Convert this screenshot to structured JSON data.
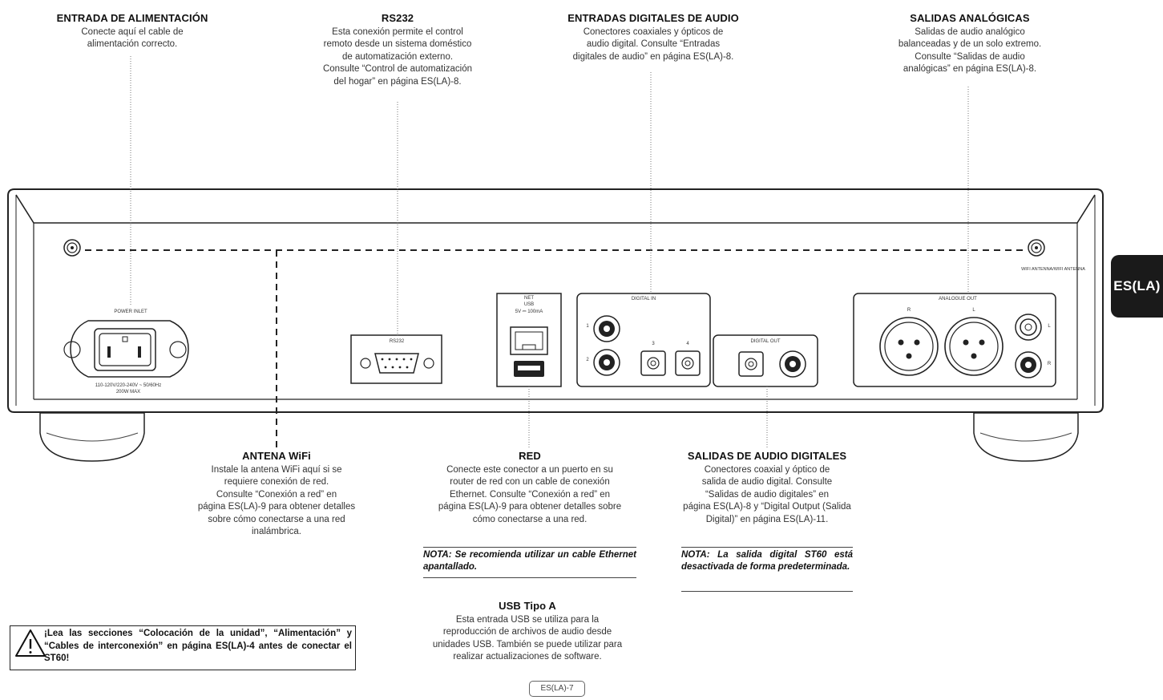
{
  "callouts": {
    "power": {
      "title": "ENTRADA DE ALIMENTACIÓN",
      "lines": [
        "Conecte aquí el cable de",
        "alimentación correcto."
      ]
    },
    "rs232": {
      "title": "RS232",
      "lines": [
        "Esta conexión permite el control",
        "remoto desde un sistema doméstico",
        "de automatización externo.",
        "Consulte “Control de automatización",
        "del hogar” en página ES(LA)-8."
      ]
    },
    "digital_in": {
      "title": "ENTRADAS DIGITALES DE AUDIO",
      "lines": [
        "Conectores coaxiales y ópticos de",
        "audio digital. Consulte “Entradas",
        "digitales de audio” en página ES(LA)-8."
      ]
    },
    "analog_out": {
      "title": "SALIDAS ANALÓGICAS",
      "lines": [
        "Salidas de audio analógico",
        "balanceadas y de un solo extremo.",
        "Consulte “Salidas de audio",
        "analógicas” en página ES(LA)-8."
      ]
    },
    "wifi": {
      "title": "ANTENA WiFi",
      "lines": [
        "Instale la antena WiFi aquí si se",
        "requiere conexión de red.",
        "Consulte “Conexión a red” en",
        "página ES(LA)-9 para obtener detalles",
        "sobre cómo conectarse a una red",
        "inalámbrica."
      ]
    },
    "network": {
      "title": "RED",
      "lines": [
        "Conecte este conector a un puerto en su",
        "router de red con un cable de conexión",
        "Ethernet. Consulte “Conexión a red” en",
        "página ES(LA)-9 para obtener detalles sobre",
        "cómo conectarse a una red."
      ]
    },
    "digital_out": {
      "title": "SALIDAS DE AUDIO DIGITALES",
      "lines": [
        "Conectores coaxial y óptico de",
        "salida de audio digital. Consulte",
        "“Salidas de audio digitales” en",
        "página ES(LA)-8 y “Digital Output (Salida",
        "Digital)” en página ES(LA)-11."
      ]
    },
    "usb": {
      "title": "USB Tipo A",
      "lines": [
        "Esta entrada USB se utiliza para la",
        "reproducción de archivos de audio desde",
        "unidades USB. También se puede utilizar para",
        "realizar actualizaciones de software."
      ]
    }
  },
  "notes": {
    "ethernet": "NOTA: Se recomienda utilizar un cable Ethernet apantallado.",
    "digital_out": "NOTA: La salida digital ST60 está desactivada de forma predeterminada."
  },
  "warning": "¡Lea las secciones “Colocación de la unidad”, “Alimentación” y “Cables de interconexión” en página ES(LA)-4 antes de conectar el ST60!",
  "language_tab": "ES(LA)",
  "page_number": "ES(LA)-7",
  "panel_labels": {
    "power_inlet": "POWER INLET",
    "voltage": "110-120V/220-240V ~ 50/60Hz",
    "power_max": "200W MAX",
    "rs232": "RS232",
    "network": "NET",
    "usb": "USB",
    "usb_rating": "5V ⎓ 100mA",
    "digital_in": "DIGITAL IN",
    "digital_out": "DIGITAL OUT",
    "analogue_out": "ANALOGUE OUT",
    "wifi_antenna": "WIFI ANTENNA/WIFI ANTENNA",
    "in1": "1",
    "in2": "2",
    "in3": "3",
    "in4": "4",
    "r": "R",
    "l": "L"
  }
}
